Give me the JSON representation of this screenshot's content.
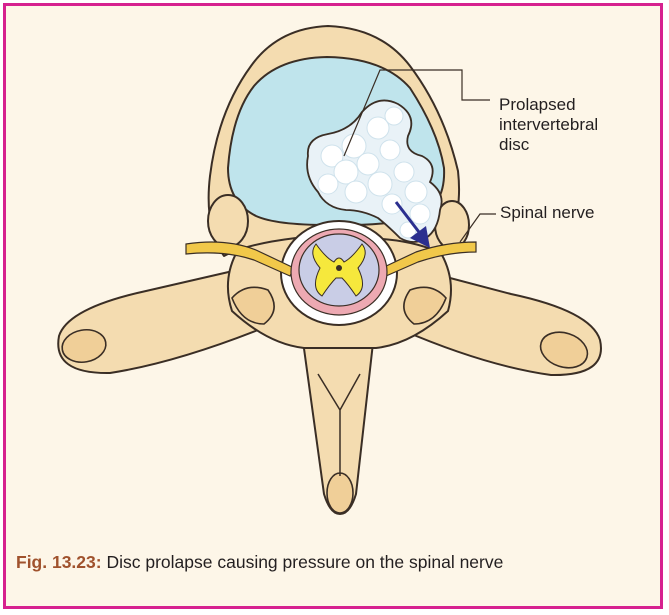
{
  "labels": {
    "prolapsed_disc": [
      "Prolapsed",
      "intervertebral",
      "disc"
    ],
    "spinal_nerve": "Spinal nerve"
  },
  "caption": {
    "label": "Fig. 13.23:",
    "text": "Disc prolapse causing pressure on the spinal nerve"
  },
  "colors": {
    "frame": "#d6218f",
    "bone": "#f4dcb0",
    "bone_outline": "#3a2e25",
    "disc_blue": "#bfe4ec",
    "nerve_yellow": "#f1c84a",
    "cord_lavender": "#c9cde6",
    "grey_matter": "#f6e83c",
    "meninges_pink": "#eda9b2",
    "arrow": "#2b2f8f"
  }
}
